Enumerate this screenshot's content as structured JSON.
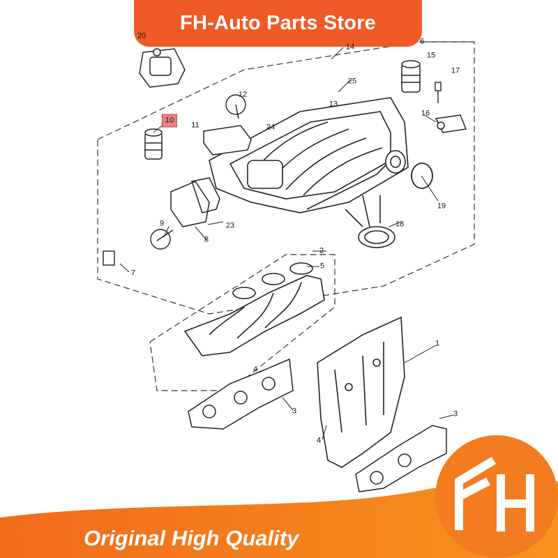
{
  "banner": {
    "title": "FH-Auto Parts Store"
  },
  "footer": {
    "tagline": "Original High Quality"
  },
  "logo": {
    "name": "fh-logo-icon"
  },
  "colors": {
    "accent": "#f05a28",
    "highlight": "#f08080",
    "line": "#222222"
  },
  "callouts": [
    "20",
    "14",
    "6",
    "15",
    "17",
    "12",
    "25",
    "13",
    "16",
    "10",
    "11",
    "24",
    "19",
    "9",
    "18",
    "23",
    "8",
    "7",
    "2",
    "5",
    "1",
    "4",
    "3",
    "4",
    "3"
  ],
  "highlighted_callout": "10"
}
